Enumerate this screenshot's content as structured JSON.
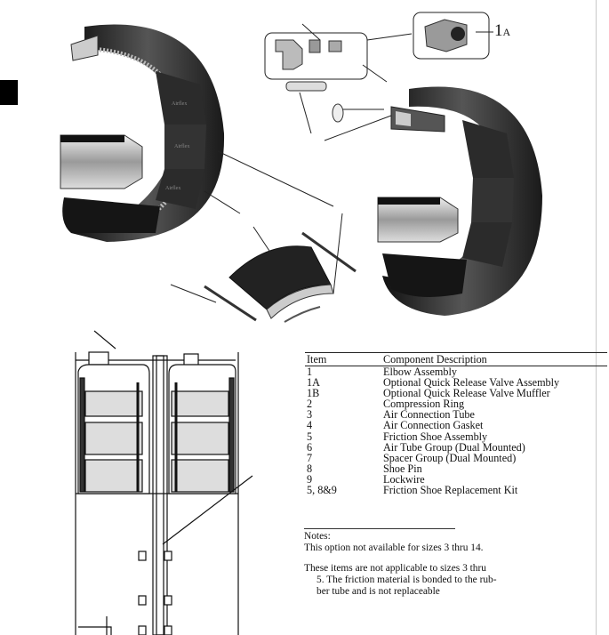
{
  "callout": {
    "number": "1",
    "letter": "A"
  },
  "component_table": {
    "headers": {
      "item": "Item",
      "description": "Component Description"
    },
    "rows": [
      {
        "item": "1",
        "description": "Elbow Assembly"
      },
      {
        "item": "1A",
        "description": "Optional   Quick Release Valve Assembly"
      },
      {
        "item": "1B",
        "description": "Optional   Quick Release Valve Muffler"
      },
      {
        "item": "2",
        "description": "Compression Ring"
      },
      {
        "item": "3",
        "description": "Air Connection Tube"
      },
      {
        "item": "4",
        "description": "Air Connection Gasket"
      },
      {
        "item": "5",
        "description": "Friction Shoe Assembly"
      },
      {
        "item": "6",
        "description": "Air Tube Group (Dual Mounted)"
      },
      {
        "item": "7",
        "description": "Spacer Group (Dual Mounted)"
      },
      {
        "item": "8",
        "description": "Shoe Pin"
      },
      {
        "item": "9",
        "description": "Lockwire"
      },
      {
        "item": "5, 8&9",
        "description": "Friction Shoe Replacement Kit"
      }
    ]
  },
  "notes": {
    "title": "Notes:",
    "note_1": "This option not available for sizes 3 thru 14.",
    "note_2": "These items are not applicable to sizes 3 thru",
    "note_3": "5. The friction material is bonded to the rub-",
    "note_4": "ber tube and is not replaceable"
  },
  "figure_text": {
    "shoe_label": "Airflex"
  }
}
